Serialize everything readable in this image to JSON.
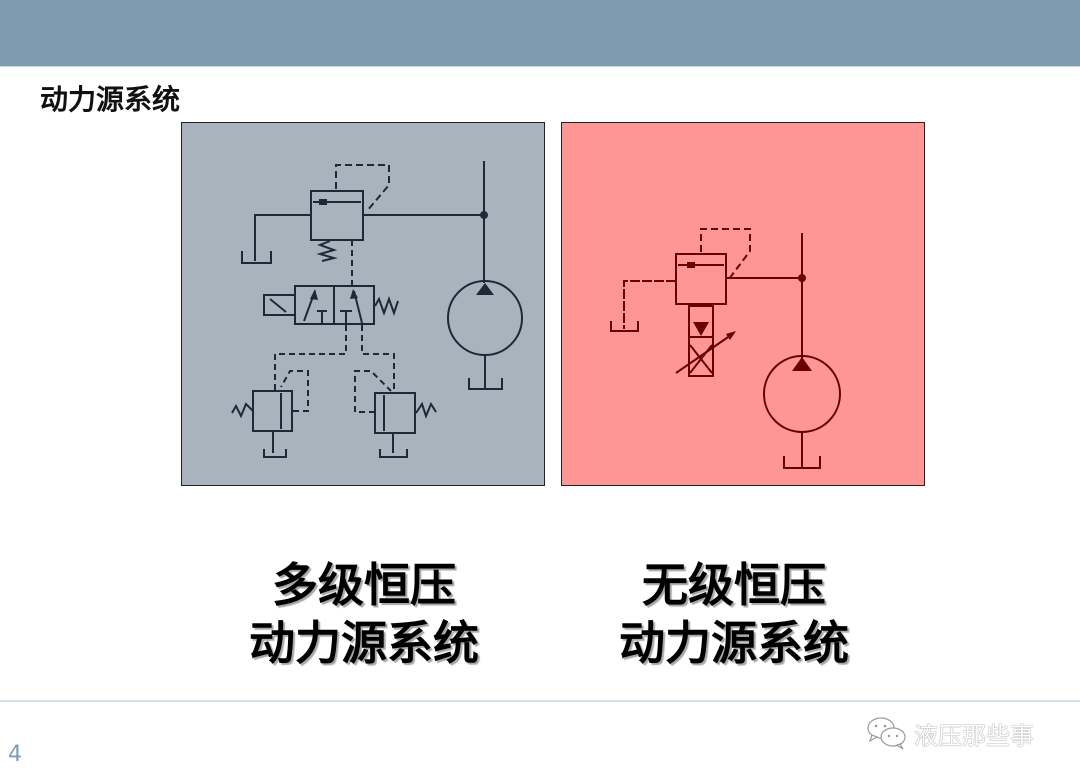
{
  "header": {
    "bar_color": "#7f9caf"
  },
  "slide": {
    "title": "动力源系统",
    "page_number": "4"
  },
  "panels": [
    {
      "id": "multi-stage",
      "background": "#a9b3be",
      "line_color": "#1c2a38",
      "caption_line1": "多级恒压",
      "caption_line2": "动力源系统"
    },
    {
      "id": "stepless",
      "background": "#ff9696",
      "line_color": "#6b0000",
      "caption_line1": "无级恒压",
      "caption_line2": "动力源系统"
    }
  ],
  "watermark": {
    "icon": "wechat-icon",
    "text": "液压那些事"
  }
}
